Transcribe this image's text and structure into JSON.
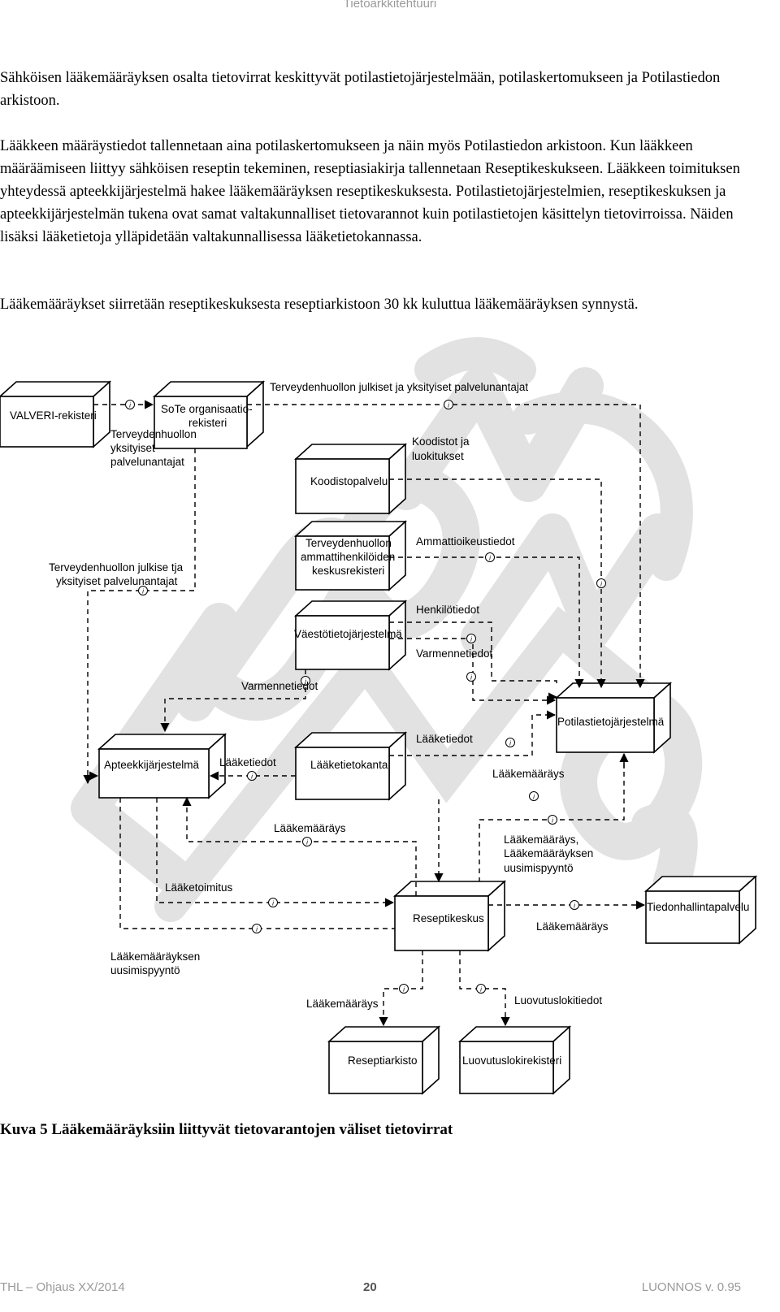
{
  "header": {
    "title": "Tietoarkkitehtuuri"
  },
  "paragraphs": [
    "Sähköisen lääkemääräyksen osalta tietovirrat keskittyvät potilastietojärjestelmään, potilaskertomukseen ja Potilastiedon arkistoon.",
    "Lääkkeen määräystiedot tallennetaan aina potilaskertomukseen ja näin myös Potilastiedon arkistoon. Kun lääkkeen määräämiseen liittyy sähköisen reseptin tekeminen, reseptiasiakirja tallennetaan Reseptikeskukseen. Lääkkeen toimituksen yhteydessä apteekkijärjestelmä hakee lääkemääräyksen reseptikeskuksesta. Potilastietojärjestelmien, reseptikeskuksen ja apteekkijärjestelmän tukena ovat samat valtakunnalliset tietovarannot kuin potilastietojen käsittelyn tietovirroissa. Näiden lisäksi lääketietoja ylläpidetään valtakunnallisessa lääketietokannassa.",
    "Lääkemääräykset siirretään reseptikeskuksesta reseptiarkistoon 30 kk kuluttua lääkemääräyksen synnystä."
  ],
  "diagram": {
    "nodes": {
      "valveri": "VALVERI-rekisteri",
      "sote_1": "SoTe organisaatio-",
      "sote_2": "rekisteri",
      "koodisto": "Koodistopalvelu",
      "terhikki_1": "Terveydenhuollon",
      "terhikki_2": "ammattihenkilöiden",
      "terhikki_3": "keskusrekisteri",
      "vtj": "Väestötietojärjestelmä",
      "potilas": "Potilastietojärjestelmä",
      "apteekki": "Apteekkijärjestelmä",
      "laaketieto": "Lääketietokanta",
      "resepti": "Reseptikeskus",
      "tiedonhallinta": "Tiedonhallintapalvelu",
      "reseptiarkisto": "Reseptiarkisto",
      "luovutusloki": "Luovutuslokirekisteri"
    },
    "labels": {
      "top_providers": "Terveydenhuollon julkiset ja yksityiset palvelunantajat",
      "private_1": "Terveydenhuollon",
      "private_2": "yksityiset",
      "private_3": "palvelunantajat",
      "koodistot_1": "Koodistot ja",
      "koodistot_2": "luokitukset",
      "ammattioikeus": "Ammattioikeustiedot",
      "public_1": "Terveydenhuollon julkise tja",
      "public_2": "yksityiset palvelunantajat",
      "henkilotiedot": "Henkilötiedot",
      "varmenne_right": "Varmennetiedot",
      "varmenne_left": "Varmennetiedot",
      "laaketiedot_right": "Lääketiedot",
      "laaketiedot_left": "Lääketiedot",
      "laakemaarays_potilas": "Lääkemääräys",
      "laakemaarays_apteekki": "Lääkemääräys",
      "uusimis_right_1": "Lääkemääräys,",
      "uusimis_right_2": "Lääkemääräyksen",
      "uusimis_right_3": "uusimispyyntö",
      "laaketoimitus": "Lääketoimitus",
      "laakemaarays_tiedonhallinta": "Lääkemääräys",
      "uusimis_left_1": "Lääkemääräyksen",
      "uusimis_left_2": "uusimispyyntö",
      "laakemaarays_arkisto": "Lääkemääräys",
      "luovutuslokitiedot": "Luovutuslokitiedot"
    }
  },
  "watermark": {
    "text": "LUONNOS",
    "color": "#e2e2e2"
  },
  "caption": "Kuva 5 Lääkemääräyksiin liittyvät tietovarantojen väliset tietovirrat",
  "footer": {
    "left": "THL – Ohjaus XX/2014",
    "page": "20",
    "right": "LUONNOS v. 0.95"
  }
}
